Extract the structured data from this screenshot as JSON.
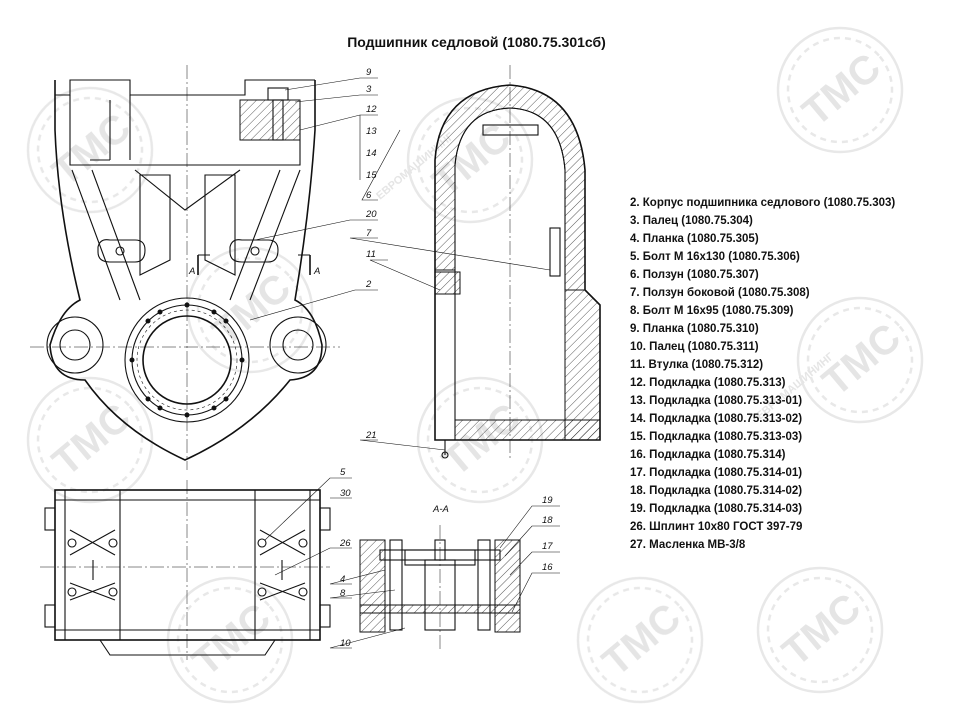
{
  "title": "Подшипник седловой (1080.75.301сб)",
  "section_label": "А-А",
  "section_marker": "А",
  "watermark": {
    "logo": "ТМС",
    "ring_text": "ЕВРОМАШИНИНГ"
  },
  "parts": [
    "2. Корпус подшипника седлового (1080.75.303)",
    "3. Палец (1080.75.304)",
    "4. Планка (1080.75.305)",
    "5. Болт М 16х130 (1080.75.306)",
    "6. Ползун (1080.75.307)",
    "7. Ползун боковой (1080.75.308)",
    "8. Болт М 16х95 (1080.75.309)",
    "9. Планка (1080.75.310)",
    "10. Палец (1080.75.311)",
    "11. Втулка (1080.75.312)",
    "12. Подкладка (1080.75.313)",
    "13. Подкладка (1080.75.313-01)",
    "14. Подкладка (1080.75.313-02)",
    "15. Подкладка (1080.75.313-03)",
    "16. Подкладка (1080.75.314)",
    "17. Подкладка (1080.75.314-01)",
    "18. Подкладка (1080.75.314-02)",
    "19. Подкладка (1080.75.314-03)",
    "26. Шплинт 10х80 ГОСТ 397-79",
    "27. Масленка МВ-3/8"
  ],
  "callouts": {
    "front": [
      "9",
      "3",
      "12",
      "13",
      "14",
      "15",
      "6",
      "20",
      "7",
      "11",
      "2",
      "21"
    ],
    "plan": [
      "5",
      "30",
      "26",
      "4",
      "8",
      "10"
    ],
    "section": [
      "19",
      "18",
      "17",
      "16"
    ]
  }
}
